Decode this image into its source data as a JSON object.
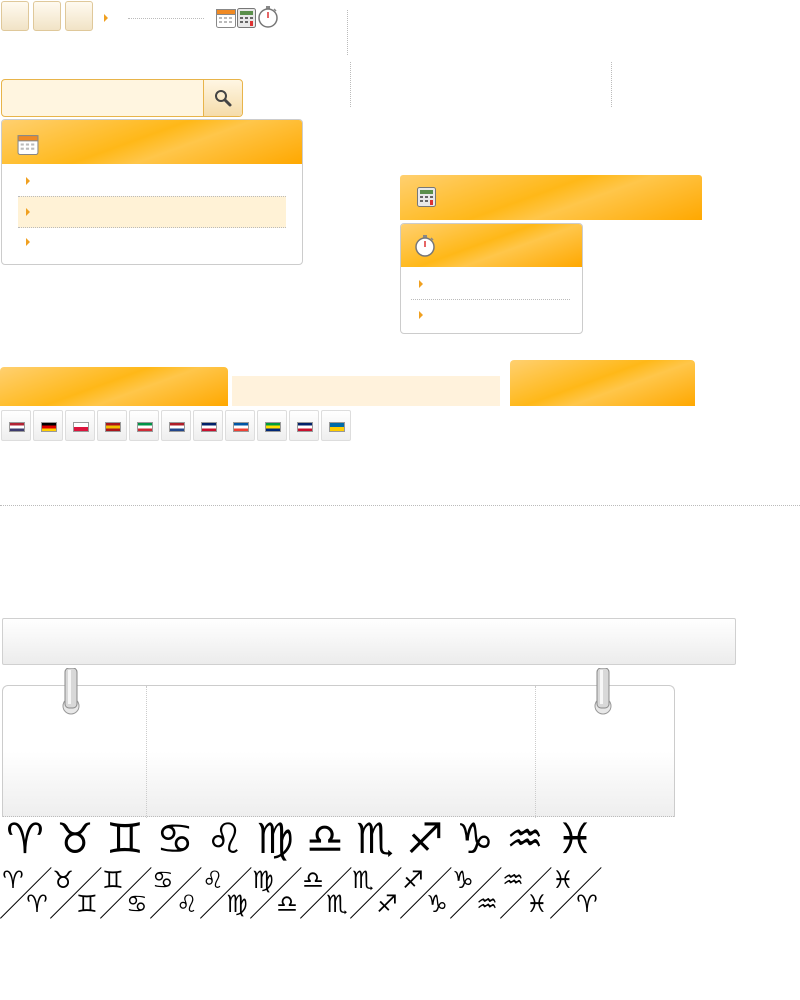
{
  "search": {
    "placeholder": "",
    "value": ""
  },
  "flags": [
    {
      "name": "us-flag",
      "colors": [
        "#b22234",
        "#fff",
        "#3c3b6e"
      ]
    },
    {
      "name": "de-flag",
      "colors": [
        "#000",
        "#dd0000",
        "#ffce00"
      ]
    },
    {
      "name": "pl-flag",
      "colors": [
        "#fff",
        "#dc143c"
      ]
    },
    {
      "name": "es-flag",
      "colors": [
        "#aa151b",
        "#f1bf00",
        "#aa151b"
      ]
    },
    {
      "name": "it-flag",
      "colors": [
        "#009246",
        "#fff",
        "#ce2b37"
      ]
    },
    {
      "name": "nl-flag",
      "colors": [
        "#ae1c28",
        "#fff",
        "#21468b"
      ]
    },
    {
      "name": "uk-flag",
      "colors": [
        "#012169",
        "#fff",
        "#c8102e"
      ]
    },
    {
      "name": "fr-flag",
      "colors": [
        "#0055a4",
        "#fff",
        "#ef4135"
      ]
    },
    {
      "name": "br-flag",
      "colors": [
        "#009c3b",
        "#ffdf00",
        "#002776"
      ]
    },
    {
      "name": "au-flag",
      "colors": [
        "#012169",
        "#fff",
        "#c8102e"
      ]
    },
    {
      "name": "se-flag",
      "colors": [
        "#006aa7",
        "#fecc00"
      ]
    }
  ],
  "zodiac": {
    "row1": [
      "♈",
      "♉",
      "♊",
      "♋",
      "♌",
      "♍",
      "♎",
      "♏",
      "♐",
      "♑",
      "♒",
      "♓"
    ],
    "row2": [
      "♈",
      "♉",
      "♊",
      "♋",
      "♌",
      "♍",
      "♎",
      "♏",
      "♐",
      "♑",
      "♒",
      "♓"
    ],
    "row3": [
      "♈",
      "♊",
      "♋",
      "♌",
      "♍",
      "♎",
      "♏",
      "♐",
      "♑",
      "♒",
      "♓",
      "♈"
    ]
  },
  "colors": {
    "accent": "#ffb818",
    "accent_light": "#fff2d6",
    "border": "#ccc"
  }
}
